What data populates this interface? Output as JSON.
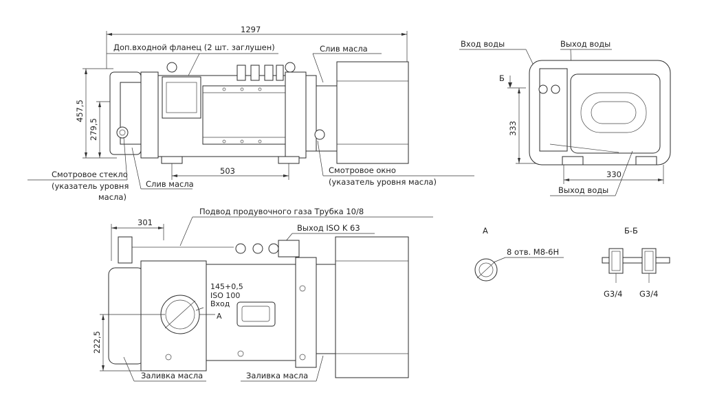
{
  "top_view": {
    "dim_overall_length": "1297",
    "dim_height_total": "457,5",
    "dim_height_partial": "279,5",
    "dim_base": "503",
    "label_extra_flange": "Доп.входной фланец (2 шт. заглушен)",
    "label_oil_drain_top": "Слив масла",
    "label_sight_glass_line1": "Смотровое стекло",
    "label_sight_glass_line2": "(указатель уровня",
    "label_sight_glass_line3": "масла)",
    "label_oil_drain_bottom": "Слив масла",
    "label_sight_window_line1": "Смотровое окно",
    "label_sight_window_line2": "(указатель уровня масла)"
  },
  "side_view": {
    "label_water_in": "Вход воды",
    "label_water_out_top": "Выход воды",
    "label_section_mark": "Б",
    "dim_height": "333",
    "dim_width": "330",
    "label_water_out_bottom": "Выход воды"
  },
  "plan_view": {
    "dim_offset": "301",
    "dim_height": "222,5",
    "label_purge_gas": "Подвод продувочного газа Трубка 10/8",
    "label_outlet": "Выход ISO K 63",
    "label_inlet_dim": "145+0,5",
    "label_inlet_iso": "ISO 100",
    "label_inlet": "Вход",
    "label_detail_a": "А",
    "label_oil_fill_left": "Заливка масла",
    "label_oil_fill_right": "Заливка масла"
  },
  "detail_a": {
    "title": "А",
    "label_holes": "8 отв. М8-6Н"
  },
  "section_bb": {
    "title": "Б-Б",
    "thread_left": "G3/4",
    "thread_right": "G3/4"
  }
}
